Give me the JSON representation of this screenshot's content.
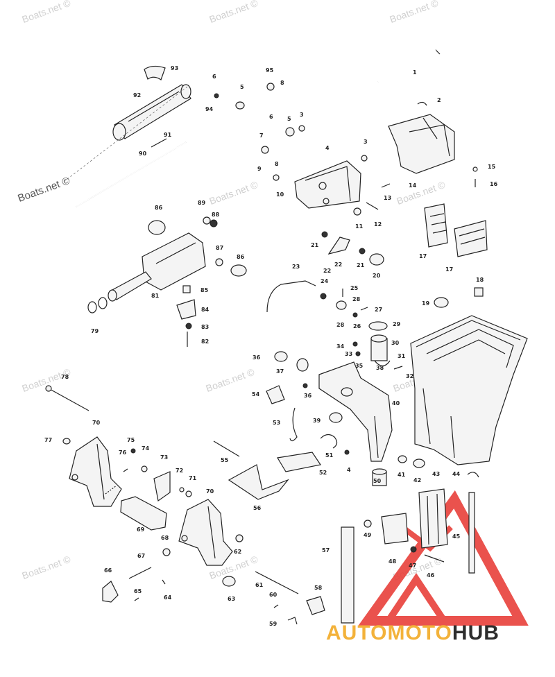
{
  "watermarks": {
    "text": "Boats.net ©",
    "instances": 12
  },
  "brand": {
    "part1": "AUTOMOTO",
    "part2": "HUB",
    "colors": {
      "accent": "#f3b23a",
      "dark": "#2d2d2d",
      "logo_red": "#e8403a"
    }
  },
  "part_numbers": [
    "1",
    "2",
    "3",
    "3",
    "4",
    "4",
    "5",
    "5",
    "6",
    "6",
    "7",
    "8",
    "8",
    "9",
    "10",
    "11",
    "12",
    "13",
    "14",
    "15",
    "16",
    "17",
    "17",
    "18",
    "19",
    "20",
    "21",
    "21",
    "22",
    "22",
    "23",
    "24",
    "25",
    "26",
    "27",
    "28",
    "28",
    "29",
    "30",
    "31",
    "32",
    "33",
    "34",
    "35",
    "36",
    "36",
    "37",
    "38",
    "39",
    "40",
    "41",
    "42",
    "43",
    "44",
    "45",
    "46",
    "47",
    "48",
    "49",
    "50",
    "51",
    "52",
    "53",
    "54",
    "55",
    "56",
    "57",
    "58",
    "59",
    "60",
    "61",
    "62",
    "63",
    "64",
    "65",
    "66",
    "67",
    "68",
    "69",
    "70",
    "70",
    "71",
    "72",
    "73",
    "74",
    "75",
    "76",
    "77",
    "78",
    "79",
    "81",
    "82",
    "83",
    "84",
    "85",
    "86",
    "86",
    "87",
    "88",
    "89",
    "90",
    "91",
    "92",
    "93",
    "94",
    "95"
  ]
}
